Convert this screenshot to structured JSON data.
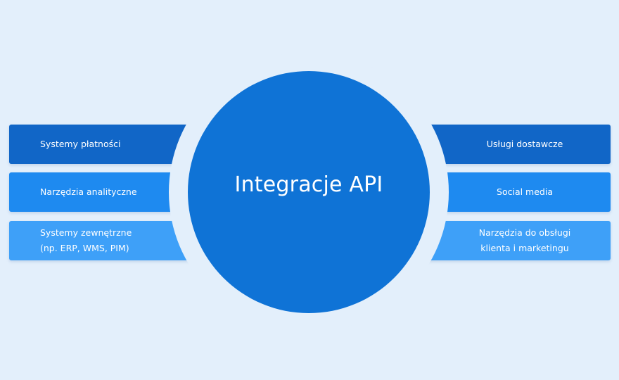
{
  "center": {
    "title": "Integracje API"
  },
  "left_items": [
    "Systemy płatności",
    "Narzędzia analityczne",
    "Systemy zewnętrzne\n(np. ERP, WMS,  PIM)"
  ],
  "right_items": [
    "Usługi dostawcze",
    "Social media",
    "Narzędzia do obsługi\nklienta i marketingu"
  ],
  "colors": {
    "background": "#e3effb",
    "center_circle": "#0f73d6",
    "row1": "#1166c7",
    "row2": "#1e8af0",
    "row3": "#3ea0f8"
  }
}
